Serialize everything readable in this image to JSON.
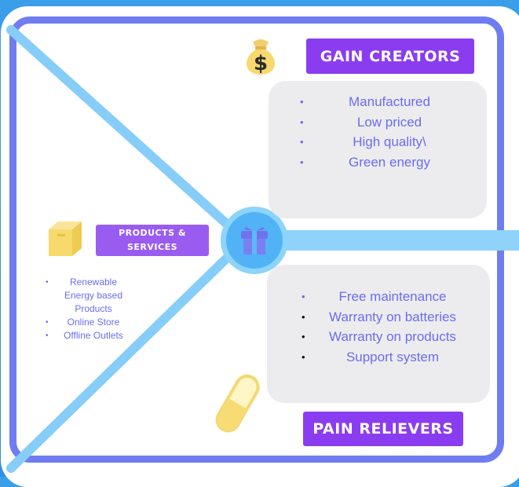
{
  "gain_creators": {
    "title": "GAIN CREATORS",
    "items": [
      "Manufactured",
      "Low priced",
      "High quality\\",
      "Green energy"
    ]
  },
  "pain_relievers": {
    "title": "PAIN RELIEVERS",
    "items": [
      "Free maintenance",
      "Warranty on batteries",
      "Warranty on products",
      "Support system"
    ],
    "bullet_colors": [
      "#6b6cf0",
      "#111111",
      "#111111",
      "#111111"
    ]
  },
  "products": {
    "title_line1": "PRODUCTS &",
    "title_line2": "SERVICES",
    "items": [
      "Renewable Energy based Products",
      "Online Store",
      "Offline Outlets"
    ]
  },
  "icons": {
    "gain": "money-bag-icon",
    "pain": "pill-icon",
    "products": "box-icon",
    "center": "gift-icon"
  },
  "colors": {
    "background": "#3a9ee8",
    "frame": "#6f7df0",
    "diagonal": "#7ec8f8",
    "title_bg": "#8a3df0",
    "card": "#ececee",
    "text": "#6b6cf0"
  }
}
